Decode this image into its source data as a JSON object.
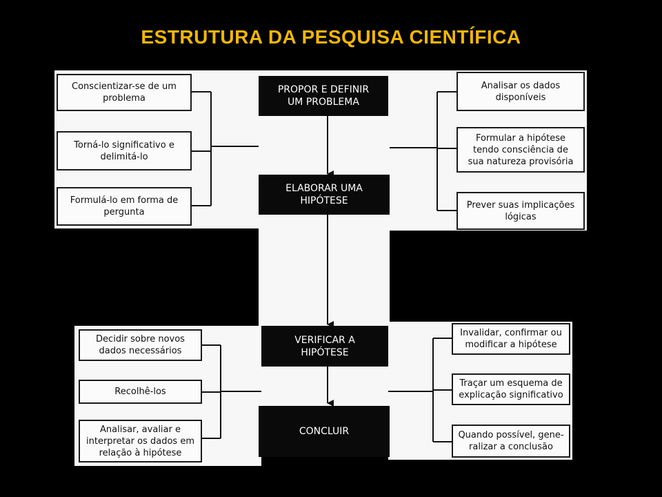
{
  "title": "ESTRUTURA DA PESQUISA CIENTÍFICA",
  "colors": {
    "background": "#000000",
    "title": "#f2b705",
    "panel": "#f7f7f7",
    "step_box": "#0a0a0a"
  },
  "steps": [
    "PROPOR E DEFINIR\nUM PROBLEMA",
    "ELABORAR UMA\nHIPÓTESE",
    "VERIFICAR A\nHIPÓTESE",
    "CONCLUIR"
  ],
  "top_left": [
    "Conscientizar-se de um\nproblema",
    "Torná-lo significativo e\ndelimitá-lo",
    "Formulá-lo em forma de\npergunta"
  ],
  "top_right": [
    "Analisar os dados\ndisponíveis",
    "Formular a hipótese\ntendo consciência de\nsua natureza provisória",
    "Prever suas implicações\nlógicas"
  ],
  "bottom_left": [
    "Decidir sobre novos\ndados necessários",
    "Recolhê-los",
    "Analisar, avaliar e\ninterpretar os dados em\nrelação à hipótese"
  ],
  "bottom_right": [
    "Invalidar, confirmar ou\nmodificar a hipótese",
    "Traçar um esquema de\nexplicação significativo",
    "Quando possível, gene-\nralizar a conclusão"
  ]
}
